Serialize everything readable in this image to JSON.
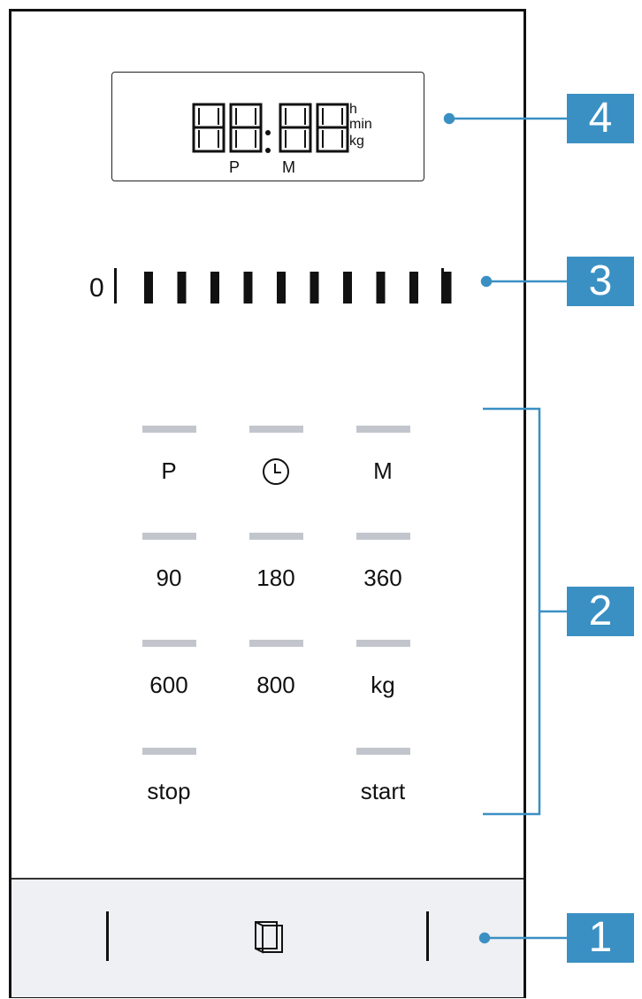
{
  "display": {
    "digits": "88:88",
    "units": [
      "h",
      "min",
      "kg"
    ],
    "mode_labels": [
      "P",
      "M"
    ]
  },
  "power_scale": {
    "zero_label": "0",
    "segments": 10
  },
  "keys": [
    {
      "label": "P",
      "icon": null
    },
    {
      "label": "",
      "icon": "clock-icon"
    },
    {
      "label": "M",
      "icon": null
    },
    {
      "label": "90",
      "icon": null
    },
    {
      "label": "180",
      "icon": null
    },
    {
      "label": "360",
      "icon": null
    },
    {
      "label": "600",
      "icon": null
    },
    {
      "label": "800",
      "icon": null
    },
    {
      "label": "kg",
      "icon": null
    },
    {
      "label": "stop",
      "icon": null
    },
    {
      "label": "start",
      "icon": null
    }
  ],
  "bottom_strip": {
    "icon": "door-icon"
  },
  "callouts": [
    "4",
    "3",
    "2",
    "1"
  ],
  "colors": {
    "callout": "#3a90c3",
    "key_bar": "#c2c6cc",
    "strip": "#eff0f4"
  }
}
